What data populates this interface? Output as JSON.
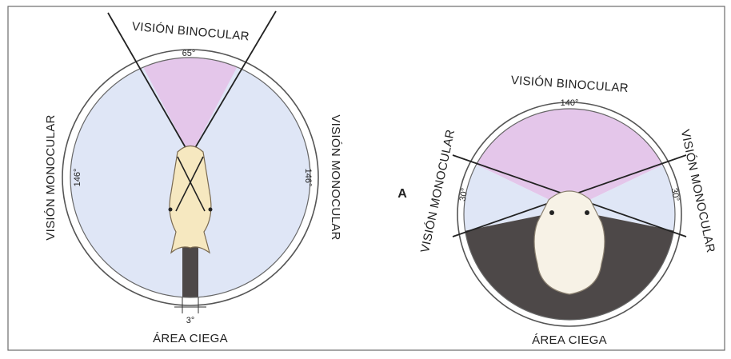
{
  "left_diagram": {
    "binocular_label": "VISIÓN BINOCULAR",
    "binocular_angle": "65°",
    "monocular_left_label": "VISIÓN MONOCULAR",
    "monocular_left_angle": "146°",
    "monocular_right_label": "VISIÓN MONOCULAR",
    "monocular_right_angle": "146°",
    "blind_area_label": "ÁREA CIEGA",
    "blind_area_angle": "3°"
  },
  "right_diagram": {
    "figure_letter": "A",
    "binocular_label": "VISIÓN BINOCULAR",
    "binocular_angle": "140°",
    "monocular_left_label": "VISIÓN MONOCULAR",
    "monocular_left_angle": "30°",
    "monocular_right_label": "VISIÓN MONOCULAR",
    "monocular_right_angle": "30°",
    "blind_area_label": "ÁREA CIEGA"
  },
  "colors": {
    "binocular": "#e4c6ea",
    "monocular": "#dfe6f6",
    "blind": "#4d4848",
    "animal": "#f6e8c0",
    "animal_right": "#f7f2e6"
  }
}
